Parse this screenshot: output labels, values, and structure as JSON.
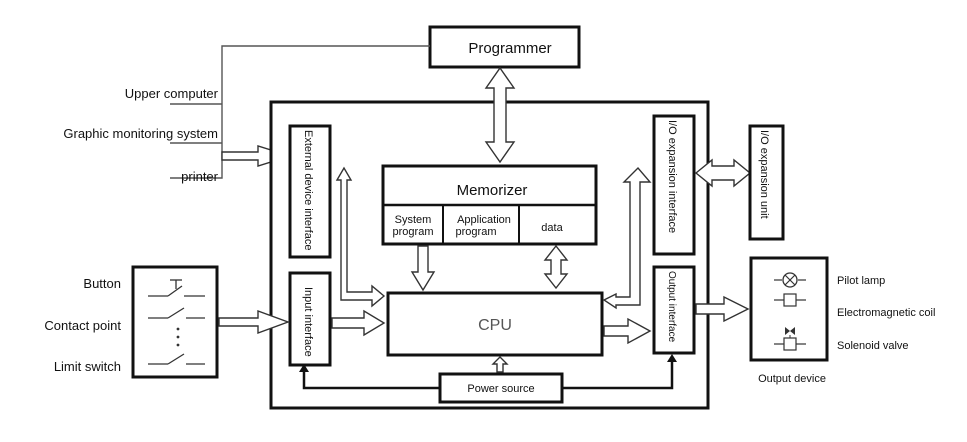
{
  "colors": {
    "stroke": "#111111",
    "connector": "#555555",
    "cpu_text": "#555555"
  },
  "left_inputs": {
    "upper_computer": "Upper computer",
    "graphic_monitoring": "Graphic monitoring system",
    "printer": "printer"
  },
  "switch_inputs": {
    "button": "Button",
    "contact_point": "Contact point",
    "limit_switch": "Limit switch"
  },
  "blocks": {
    "programmer": "Programmer",
    "external_interface": "External device interface",
    "input_interface": "Input interface",
    "memorizer": "Memorizer",
    "system_program": [
      "System",
      "program"
    ],
    "application_program": [
      "Application",
      "program"
    ],
    "data": "data",
    "cpu": "CPU",
    "power_source": "Power source",
    "io_expansion_interface": "I/O expansion interface",
    "output_interface": "Output interface",
    "io_expansion_unit": "I/O expansion unit"
  },
  "output_device": {
    "caption": "Output device",
    "items": [
      "Pilot lamp",
      "Electromagnetic coil",
      "Solenoid valve"
    ]
  }
}
